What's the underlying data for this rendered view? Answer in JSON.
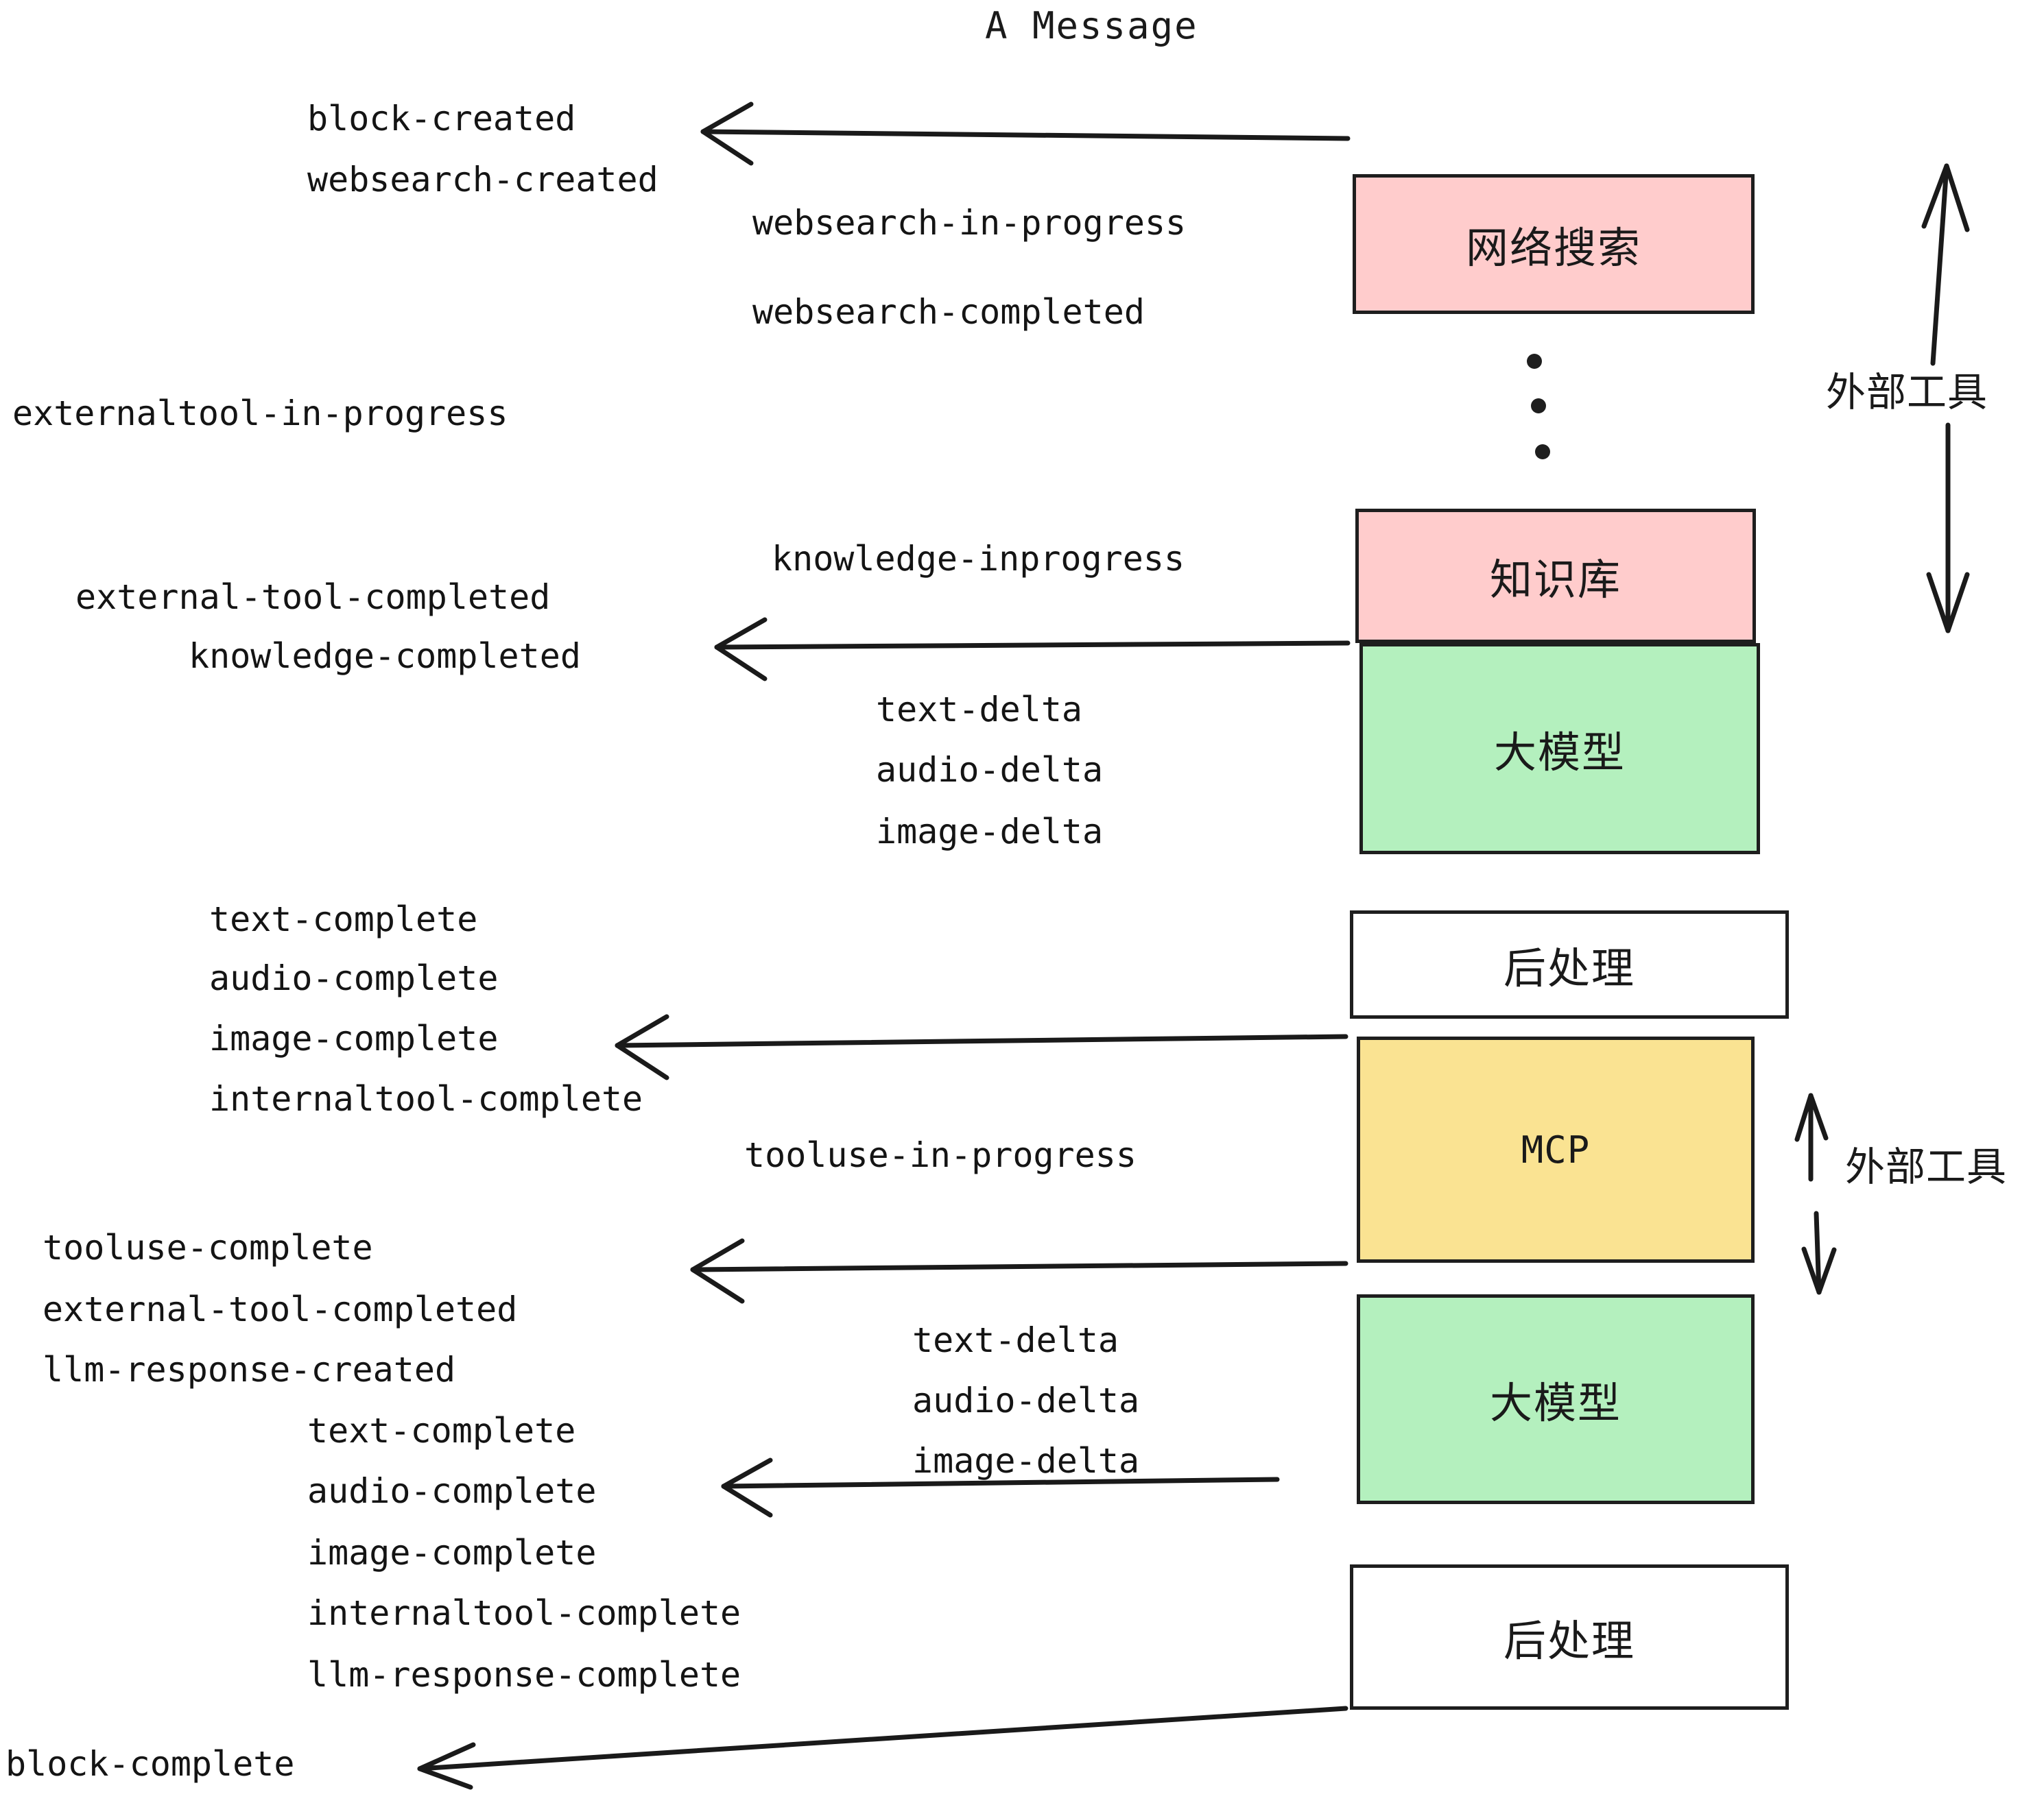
{
  "diagram": {
    "title": "A Message",
    "colors": {
      "pink": "#FFCCCC",
      "green": "#B4F0BE",
      "yellow": "#FAE392",
      "white": "#FFFFFF",
      "stroke": "#1E1E1E",
      "text": "#141414"
    }
  },
  "nodes": [
    {
      "id": "websearch",
      "label": "网络搜索",
      "fill": "#FFCCCC"
    },
    {
      "id": "knowledge",
      "label": "知识库",
      "fill": "#FFCCCC"
    },
    {
      "id": "llm1",
      "label": "大模型",
      "fill": "#B4F0BE"
    },
    {
      "id": "postproc1",
      "label": "后处理",
      "fill": "#FFFFFF"
    },
    {
      "id": "mcp",
      "label": "MCP",
      "fill": "#FAE392"
    },
    {
      "id": "llm2",
      "label": "大模型",
      "fill": "#B4F0BE"
    },
    {
      "id": "postproc2",
      "label": "后处理",
      "fill": "#FFFFFF"
    }
  ],
  "side_annotations": [
    {
      "id": "external-tool-top",
      "label": "外部工具"
    },
    {
      "id": "external-tool-bottom",
      "label": "外部工具"
    }
  ],
  "events": [
    {
      "id": "block-created",
      "text": "block-created"
    },
    {
      "id": "websearch-created",
      "text": "websearch-created"
    },
    {
      "id": "websearch-in-progress",
      "text": "websearch-in-progress"
    },
    {
      "id": "websearch-completed",
      "text": "websearch-completed"
    },
    {
      "id": "externaltool-in-progress",
      "text": "externaltool-in-progress"
    },
    {
      "id": "knowledge-inprogress",
      "text": "knowledge-inprogress"
    },
    {
      "id": "external-tool-completed-1",
      "text": "external-tool-completed"
    },
    {
      "id": "knowledge-completed",
      "text": "knowledge-completed"
    },
    {
      "id": "text-delta-1",
      "text": "text-delta"
    },
    {
      "id": "audio-delta-1",
      "text": "audio-delta"
    },
    {
      "id": "image-delta-1",
      "text": "image-delta"
    },
    {
      "id": "text-complete-1",
      "text": "text-complete"
    },
    {
      "id": "audio-complete-1",
      "text": "audio-complete"
    },
    {
      "id": "image-complete-1",
      "text": "image-complete"
    },
    {
      "id": "internaltool-complete-1",
      "text": "internaltool-complete"
    },
    {
      "id": "tooluse-in-progress",
      "text": "tooluse-in-progress"
    },
    {
      "id": "tooluse-complete",
      "text": "tooluse-complete"
    },
    {
      "id": "external-tool-completed-2",
      "text": "external-tool-completed"
    },
    {
      "id": "llm-response-created",
      "text": "llm-response-created"
    },
    {
      "id": "text-delta-2",
      "text": "text-delta"
    },
    {
      "id": "audio-delta-2",
      "text": "audio-delta"
    },
    {
      "id": "image-delta-2",
      "text": "image-delta"
    },
    {
      "id": "text-complete-2",
      "text": "text-complete"
    },
    {
      "id": "audio-complete-2",
      "text": "audio-complete"
    },
    {
      "id": "image-complete-2",
      "text": "image-complete"
    },
    {
      "id": "internaltool-complete-2",
      "text": "internaltool-complete"
    },
    {
      "id": "llm-response-complete",
      "text": "llm-response-complete"
    },
    {
      "id": "block-complete",
      "text": "block-complete"
    }
  ]
}
